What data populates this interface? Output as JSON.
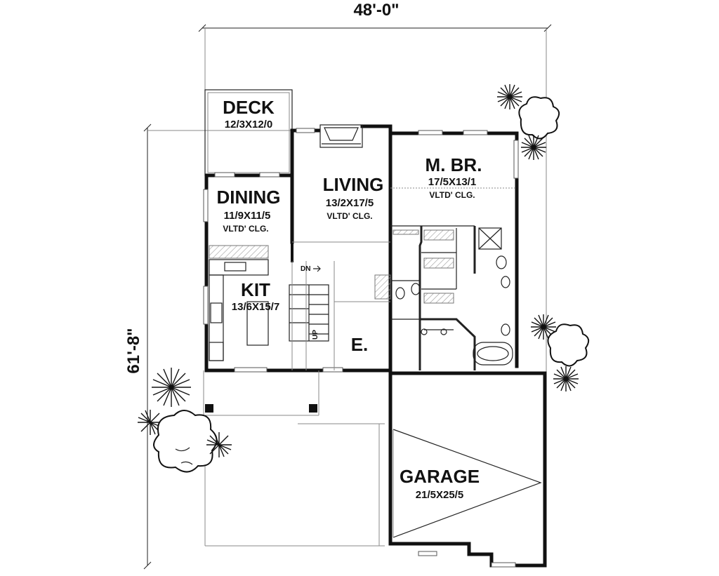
{
  "overall_width": "48'-0\"",
  "overall_depth": "61'-8\"",
  "rooms": {
    "deck": {
      "name": "DECK",
      "size": "12/3X12/0",
      "note": ""
    },
    "dining": {
      "name": "DINING",
      "size": "11/9X11/5",
      "note": "VLTD' CLG."
    },
    "living": {
      "name": "LIVING",
      "size": "13/2X17/5",
      "note": "VLTD' CLG."
    },
    "mbr": {
      "name": "M. BR.",
      "size": "17/5X13/1",
      "note": "VLTD' CLG."
    },
    "kit": {
      "name": "KIT",
      "size": "13/6X15/7",
      "note": ""
    },
    "entry": {
      "name": "E."
    },
    "garage": {
      "name": "GARAGE",
      "size": "21/5X25/5"
    }
  },
  "stairs": {
    "down": "DN",
    "up": "UP"
  }
}
